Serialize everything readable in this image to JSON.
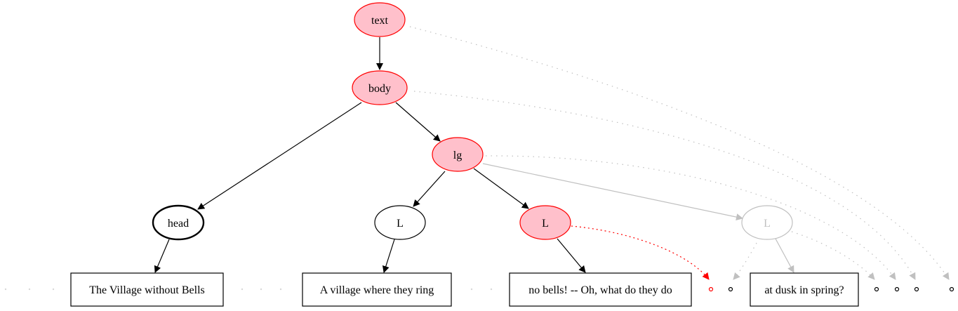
{
  "nodes": {
    "text": "text",
    "body": "body",
    "lg": "lg",
    "head": "head",
    "l1": "L",
    "l2": "L",
    "l3": "L"
  },
  "leaves": {
    "title": "The Village without Bells",
    "line1": "A village where they ring",
    "line2": "no bells! -- Oh, what do they do",
    "line3": "at dusk in spring?"
  },
  "colors": {
    "active_fill": "#ffc0cb",
    "active_stroke": "#ff0000",
    "muted": "#c0c0c0",
    "edge": "#000000"
  }
}
